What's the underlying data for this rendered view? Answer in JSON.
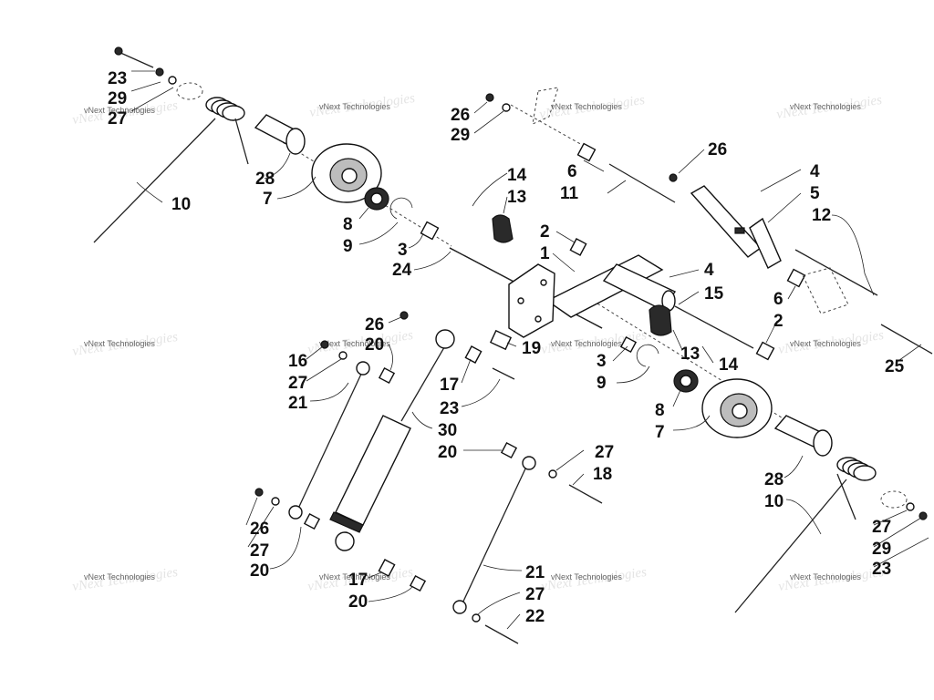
{
  "watermark": {
    "text": "vNext Technologies"
  },
  "callouts": [
    {
      "id": "c1",
      "text": "23"
    },
    {
      "id": "c2",
      "text": "29"
    },
    {
      "id": "c3",
      "text": "27"
    },
    {
      "id": "c4",
      "text": "28"
    },
    {
      "id": "c5",
      "text": "7"
    },
    {
      "id": "c6",
      "text": "10"
    },
    {
      "id": "c7",
      "text": "8"
    },
    {
      "id": "c8",
      "text": "9"
    },
    {
      "id": "c9",
      "text": "3"
    },
    {
      "id": "c10",
      "text": "24"
    },
    {
      "id": "c11",
      "text": "26"
    },
    {
      "id": "c12",
      "text": "29"
    },
    {
      "id": "c13",
      "text": "6"
    },
    {
      "id": "c14",
      "text": "11"
    },
    {
      "id": "c15",
      "text": "14"
    },
    {
      "id": "c16",
      "text": "13"
    },
    {
      "id": "c17",
      "text": "2"
    },
    {
      "id": "c18",
      "text": "1"
    },
    {
      "id": "c19",
      "text": "26"
    },
    {
      "id": "c20",
      "text": "4"
    },
    {
      "id": "c21",
      "text": "5"
    },
    {
      "id": "c22",
      "text": "12"
    },
    {
      "id": "c23",
      "text": "4"
    },
    {
      "id": "c24",
      "text": "15"
    },
    {
      "id": "c25",
      "text": "6"
    },
    {
      "id": "c26",
      "text": "2"
    },
    {
      "id": "c27",
      "text": "25"
    },
    {
      "id": "c28",
      "text": "19"
    },
    {
      "id": "c29",
      "text": "13"
    },
    {
      "id": "c30",
      "text": "14"
    },
    {
      "id": "c31",
      "text": "3"
    },
    {
      "id": "c32",
      "text": "9"
    },
    {
      "id": "c33",
      "text": "8"
    },
    {
      "id": "c34",
      "text": "7"
    },
    {
      "id": "c35",
      "text": "26"
    },
    {
      "id": "c36",
      "text": "20"
    },
    {
      "id": "c37",
      "text": "16"
    },
    {
      "id": "c38",
      "text": "27"
    },
    {
      "id": "c39",
      "text": "21"
    },
    {
      "id": "c40",
      "text": "17"
    },
    {
      "id": "c41",
      "text": "23"
    },
    {
      "id": "c42",
      "text": "30"
    },
    {
      "id": "c43",
      "text": "20"
    },
    {
      "id": "c44",
      "text": "27"
    },
    {
      "id": "c45",
      "text": "18"
    },
    {
      "id": "c46",
      "text": "28"
    },
    {
      "id": "c47",
      "text": "10"
    },
    {
      "id": "c48",
      "text": "26"
    },
    {
      "id": "c49",
      "text": "27"
    },
    {
      "id": "c50",
      "text": "20"
    },
    {
      "id": "c51",
      "text": "17"
    },
    {
      "id": "c52",
      "text": "20"
    },
    {
      "id": "c53",
      "text": "21"
    },
    {
      "id": "c54",
      "text": "27"
    },
    {
      "id": "c55",
      "text": "22"
    },
    {
      "id": "c56",
      "text": "27"
    },
    {
      "id": "c57",
      "text": "29"
    },
    {
      "id": "c58",
      "text": "23"
    }
  ]
}
